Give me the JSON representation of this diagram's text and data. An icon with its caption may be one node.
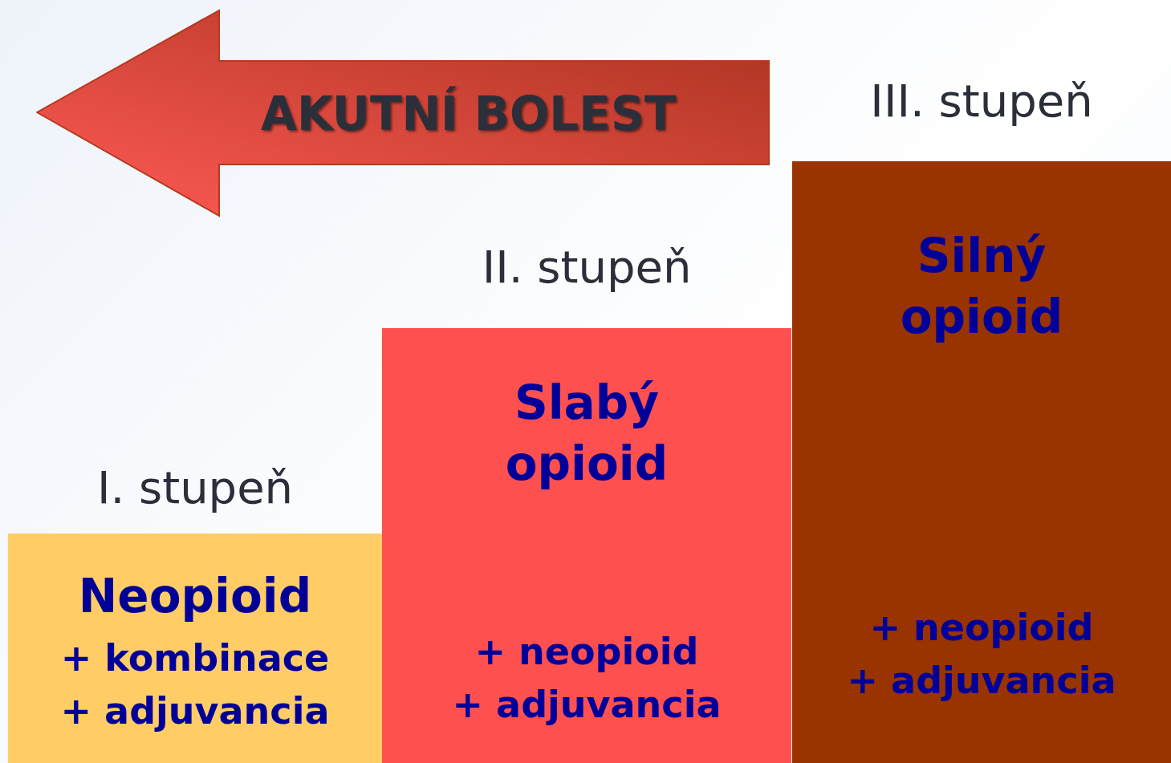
{
  "diagram": {
    "nodes": [
      {
        "text": [
          "AKUTNÍ BOLEST"
        ]
      },
      {
        "text": [
          "I. stupeň",
          "Neopioid",
          "+ kombinace",
          "+ adjuvancia"
        ]
      },
      {
        "text": [
          "II. stupeň",
          "Slabý opioid",
          "+ neopioid",
          "+ adjuvancia"
        ]
      },
      {
        "text": [
          "III. stupeň",
          "Silný opioid",
          "+ neopioid",
          "+ adjuvancia"
        ]
      }
    ]
  }
}
